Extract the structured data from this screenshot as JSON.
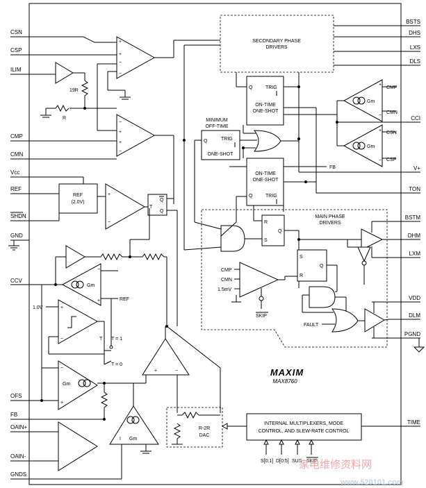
{
  "pins_left": {
    "csn": "CSN",
    "csp": "CSP",
    "ilim": "ILIM",
    "cmp": "CMP",
    "cmn": "CMN",
    "vcc": "Vcc",
    "ref": "REF",
    "shdn": "SHDN",
    "gnd": "GND",
    "ccv": "CCV",
    "ofs": "OFS",
    "fb": "FB",
    "oain_p": "OAIN+",
    "oain_n": "OAIN-",
    "gnds": "GNDS"
  },
  "pins_right": {
    "bsts": "BSTS",
    "dhs": "DHS",
    "lxs": "LXS",
    "dls": "DLS",
    "cci": "CCI",
    "vplus": "V+",
    "ton": "TON",
    "bstm": "BSTM",
    "dhm": "DHM",
    "lxm": "LXM",
    "vdd": "VDD",
    "dlm": "DLM",
    "pgnd": "PGND",
    "time": "TIME"
  },
  "pins_bottom": {
    "s01": "S[0:1]",
    "d05": "D[0:5]",
    "sus": "SUS",
    "skip": "SKIP"
  },
  "blocks": {
    "secondary_drivers": [
      "SECONDARY PHASE",
      "DRIVERS"
    ],
    "main_drivers": [
      "MAIN PHASE",
      "DRIVERS"
    ],
    "on_time_top": [
      "ON-TIME",
      "ONE-SHOT"
    ],
    "on_time_mid": [
      "ON-TIME",
      "ONE-SHOT"
    ],
    "min_off": [
      "MINIMUM",
      "OFF-TIME"
    ],
    "one_shot": "ONE-SHOT",
    "ref_block": [
      "REF",
      "(2.0V)"
    ],
    "r2r": [
      "R-2R",
      "DAC"
    ],
    "mux": [
      "INTERNAL MULTIPLEXERS, MODE",
      "CONTROL, AND SLEW-RATE CONTROL"
    ]
  },
  "labels": {
    "trig": "TRIG",
    "q": "Q",
    "qbar": "Q",
    "t": "T",
    "s": "S",
    "r": "R",
    "gm": "Gm",
    "r19": "19R",
    "rr": "R",
    "cmp": "CMP",
    "cmn": "CMN",
    "csn": "CSN",
    "csp": "CSP",
    "fb": "FB",
    "ref_tap": "REF",
    "v10": "1.0V",
    "t1": "T = 1",
    "t0": "T = 0",
    "cmp_in": "CMP",
    "cmn_in": "CMN",
    "mv15": "1.5mV",
    "skip": "SKIP",
    "fault": "FAULT",
    "plus": "+",
    "minus": "−",
    "i": "I"
  },
  "logo": "MAXIM",
  "part": "MAX8760",
  "watermark": {
    "cn": "家电维修资料网",
    "url": "www.520101.com"
  }
}
